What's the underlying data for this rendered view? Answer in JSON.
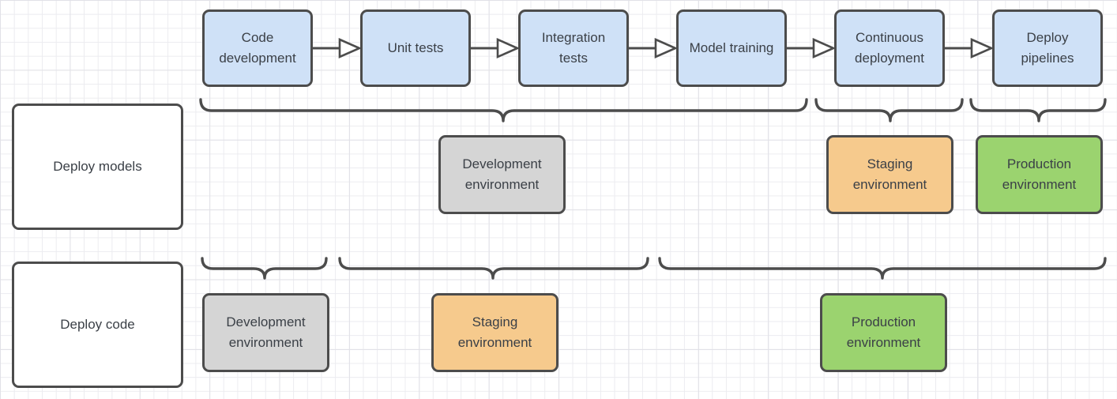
{
  "colors": {
    "step_fill": "#cfe1f7",
    "dev_fill": "#d5d5d5",
    "staging_fill": "#f6ca8d",
    "prod_fill": "#9bd36f",
    "label_fill": "#ffffff",
    "arrowhead_fill": "#ffffff",
    "stroke": "#4c4c4c",
    "text": "#3b4047",
    "grid_minor": "#ececf0",
    "grid_major": "#e1e1e7"
  },
  "pipeline": {
    "steps": [
      {
        "label": "Code development"
      },
      {
        "label": "Unit tests"
      },
      {
        "label": "Integration tests"
      },
      {
        "label": "Model training"
      },
      {
        "label": "Continuous deployment"
      },
      {
        "label": "Deploy pipelines"
      }
    ]
  },
  "rows": [
    {
      "label": "Deploy models",
      "environments": [
        {
          "label": "Development environment",
          "color": "dev_fill"
        },
        {
          "label": "Staging environment",
          "color": "staging_fill"
        },
        {
          "label": "Production environment",
          "color": "prod_fill"
        }
      ]
    },
    {
      "label": "Deploy code",
      "environments": [
        {
          "label": "Development environment",
          "color": "dev_fill"
        },
        {
          "label": "Staging environment",
          "color": "staging_fill"
        },
        {
          "label": "Production environment",
          "color": "prod_fill"
        }
      ]
    }
  ]
}
